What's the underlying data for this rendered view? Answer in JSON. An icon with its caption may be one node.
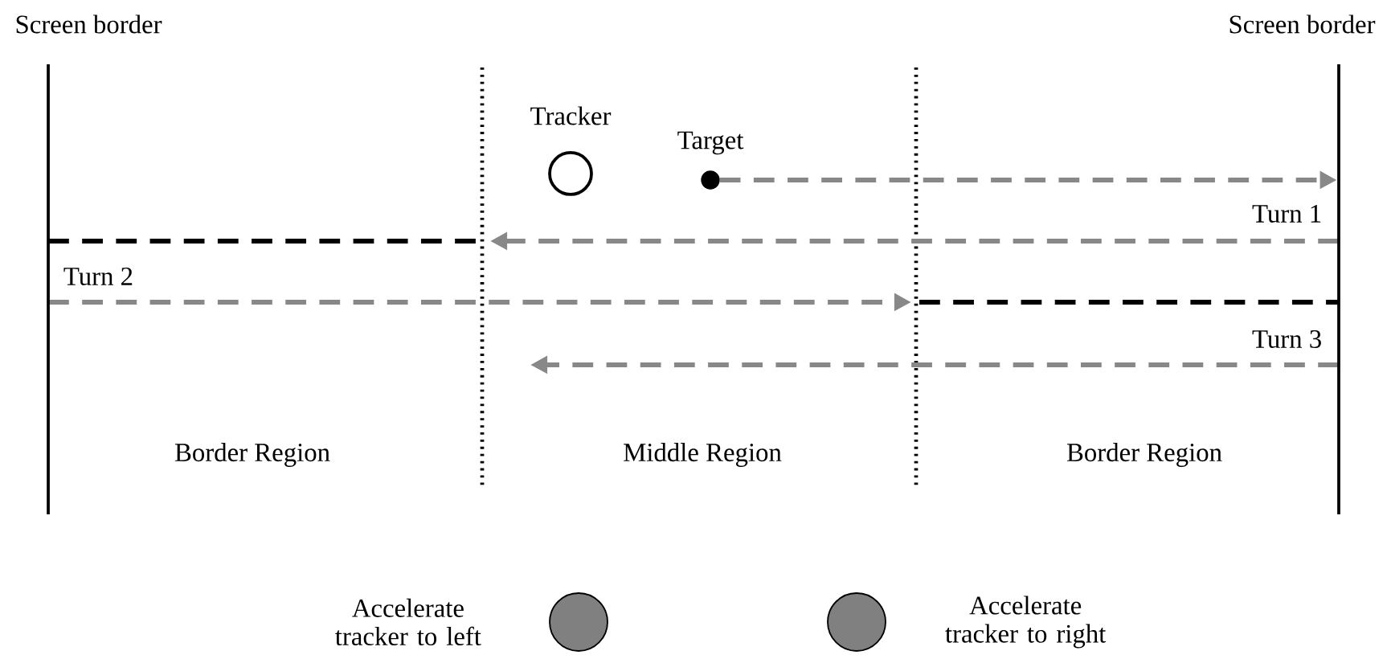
{
  "diagram": {
    "nodes": [
      {
        "text": [],
        "shape": "circle",
        "beside": [
          "Tracker"
        ]
      },
      {
        "text": [],
        "shape": "circle",
        "beside": [
          "Target"
        ]
      },
      {
        "text": [],
        "shape": "bar",
        "beside": [
          "Screen border"
        ]
      },
      {
        "text": [],
        "shape": "bar",
        "beside": [
          "Screen border"
        ]
      }
    ],
    "edges": [
      {
        "from": 1,
        "to": 3,
        "arrow": "to",
        "style": "dashed"
      }
    ],
    "labels": [
      "Turn 1",
      "Turn 2",
      "Turn 3",
      "Border Region",
      "Middle Region",
      "Border Region"
    ],
    "legend": [
      {
        "text": "Accelerate tracker to left",
        "color": "#808080"
      },
      {
        "text": "Accelerate tracker to right",
        "color": "#808080"
      }
    ]
  }
}
